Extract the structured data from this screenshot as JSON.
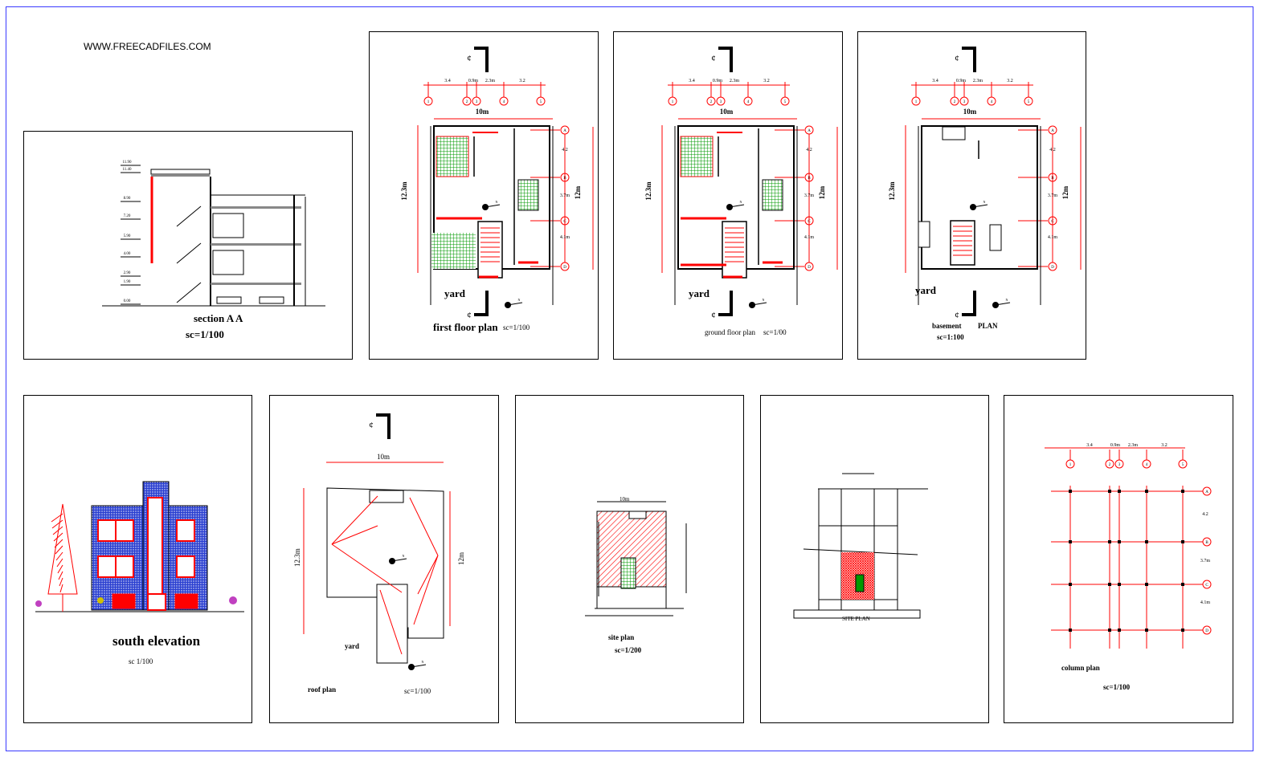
{
  "watermark": "WWW.FREECADFILES.COM",
  "colors": {
    "line": "#000000",
    "red": "#ff0000",
    "green": "#009900",
    "frame": "#3a3aff",
    "blue_fill": "#2233cc"
  },
  "section": {
    "title": "section A A",
    "scale": "sc=1/100",
    "levels": [
      "11.90",
      "11.40",
      "8.90",
      "7.20",
      "5.90",
      "4.00",
      "2.90",
      "1.90",
      "0.00"
    ]
  },
  "axis": {
    "spacings": [
      "3.4",
      "0.9m",
      "2.3m",
      "3.2"
    ],
    "columns": [
      "1",
      "2",
      "3",
      "4",
      "5"
    ],
    "rows": [
      "A",
      "B",
      "C",
      "D"
    ],
    "row_spacings": [
      "4.2",
      "3.7m",
      "4.1m"
    ],
    "width": "10m",
    "length_left": "12.3m",
    "length_right": "12m"
  },
  "first_floor": {
    "title": "first floor plan",
    "scale": "sc=1/100",
    "yard": "yard"
  },
  "ground_floor": {
    "title": "ground floor plan",
    "scale": "sc=1/00",
    "yard": "yard"
  },
  "basement": {
    "title": "basement",
    "title2": "PLAN",
    "scale": "sc=1:100",
    "yard": "yard"
  },
  "south_elevation": {
    "title": "south elevation",
    "scale": "sc 1/100"
  },
  "roof": {
    "title": "roof plan",
    "scale": "sc=1/100",
    "yard": "yard",
    "width": "10m",
    "length_left": "12.3m",
    "length_right": "12m"
  },
  "site_plan": {
    "title": "site plan",
    "scale": "sc=1/200",
    "width": "10m"
  },
  "site_plan_2": {
    "title": "SITE PLAN"
  },
  "column_plan": {
    "title": "column plan",
    "scale": "sc=1/100"
  }
}
